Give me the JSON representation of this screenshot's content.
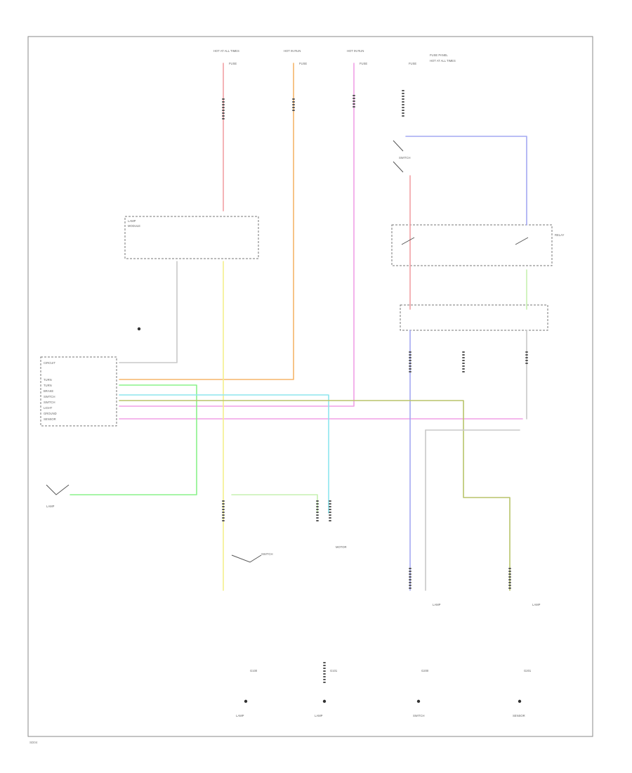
{
  "colors": {
    "red": "#f2a0a4",
    "orange": "#f5b66a",
    "pink": "#f0a0e6",
    "blue": "#a4a8f2",
    "yellow": "#f3ee8c",
    "green": "#8af28a",
    "cyan": "#8ee6ee",
    "olive": "#b8c46a",
    "lime": "#c6f0b0",
    "gray": "#c8c8c8",
    "frame": "#8a8a8a",
    "ink": "#666666"
  },
  "labels": {
    "top": [
      "HOT AT ALL TIMES",
      "HOT IN RUN",
      "HOT IN RUN",
      "FUSE",
      "FUSE",
      "FUSE",
      "FUSE",
      "FUSE PANEL",
      "HOT AT ALL TIMES"
    ],
    "left": [
      "CIRCUIT",
      "TURN",
      "TURN",
      "BRAKE",
      "SWITCH",
      "SWITCH",
      "LIGHT",
      "GROUND",
      "SENSOR"
    ],
    "components": [
      "LAMP",
      "MODULE",
      "SWITCH",
      "RELAY",
      "MOTOR",
      "LAMP",
      "LAMP",
      "SWITCH",
      "LAMP"
    ],
    "bottom": [
      "G100",
      "G101",
      "G200",
      "G201",
      "LAMP",
      "LAMP",
      "SWITCH",
      "SENSOR"
    ],
    "footer": "SD04"
  }
}
